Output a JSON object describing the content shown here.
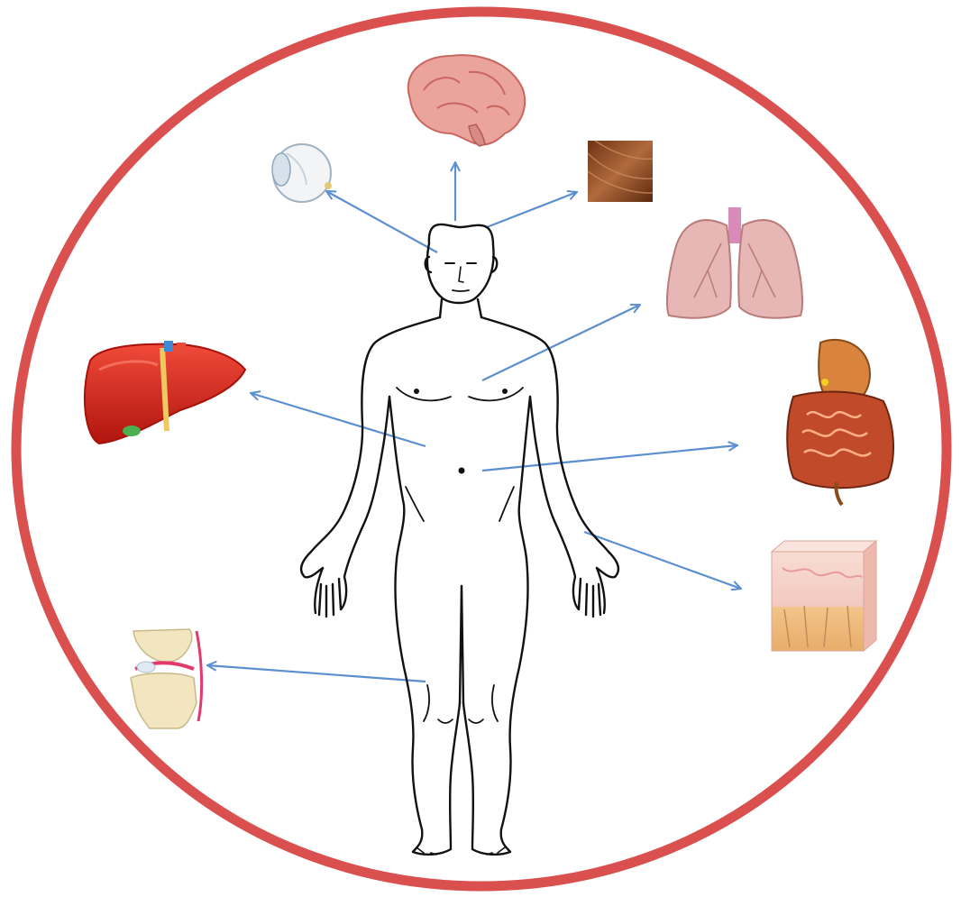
{
  "colors": {
    "ring": "#d9504f",
    "arrow": "#5b8fd0",
    "outline": "#111111",
    "brain": "#eaa49c",
    "brain_dark": "#c9665f",
    "liver": "#e2231a",
    "liver_dark": "#a8110b",
    "lung": "#e6b7b4",
    "lung_dark": "#b97c78",
    "hair": "#8a4a2a",
    "skin": "#f6d7c9",
    "skin_base": "#f2c08a",
    "bone": "#f1e6bf",
    "intestine": "#c14a2a",
    "stomach": "#d8843c"
  },
  "diagram": {
    "center": "human-body-outline",
    "organs": [
      {
        "id": "brain",
        "icon": "brain-icon"
      },
      {
        "id": "eye",
        "icon": "eye-icon"
      },
      {
        "id": "hair",
        "icon": "hair-icon"
      },
      {
        "id": "lungs",
        "icon": "lungs-icon"
      },
      {
        "id": "liver",
        "icon": "liver-icon"
      },
      {
        "id": "gut",
        "icon": "digestive-system-icon"
      },
      {
        "id": "skin",
        "icon": "skin-icon"
      },
      {
        "id": "knee",
        "icon": "knee-joint-icon"
      }
    ]
  }
}
